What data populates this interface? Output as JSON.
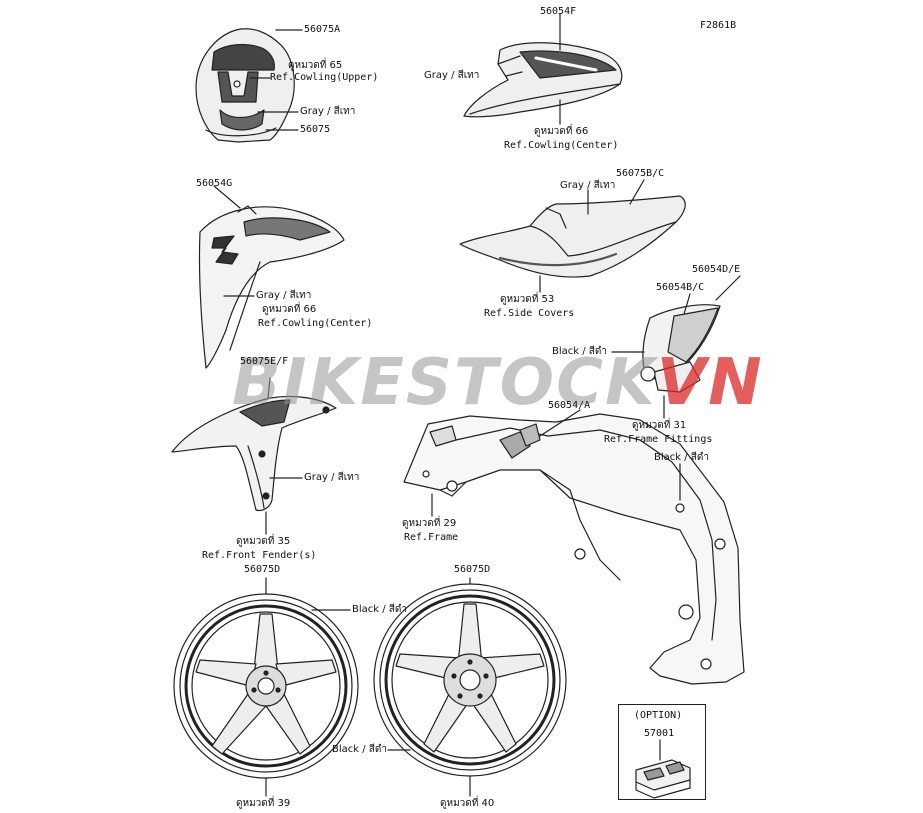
{
  "diagram_code": "F2861B",
  "watermark": {
    "part_a": "BIKESTOCK",
    "part_b": "VN"
  },
  "labels": {
    "p56075A": "56075A",
    "upper_ref_thai": "ดูหมวดที่ 65",
    "upper_ref": "Ref.Cowling(Upper)",
    "upper_gray": "Gray / สีเทา",
    "p56075": "56075",
    "p56054F": "56054F",
    "center_gray": "Gray / สีเทา",
    "center_ref_thai": "ดูหมวดที่ 66",
    "center_ref": "Ref.Cowling(Center)",
    "p56054G": "56054G",
    "left_gray": "Gray / สีเทา",
    "left_ref_thai": "ดูหมวดที่ 66",
    "left_ref": "Ref.Cowling(Center)",
    "side_gray": "Gray / สีเทา",
    "p56075BC": "56075B/C",
    "side_ref_thai": "ดูหมวดที่ 53",
    "side_ref": "Ref.Side Covers",
    "p56054DE": "56054D/E",
    "p56054BC": "56054B/C",
    "fitting_black": "Black / สีดำ",
    "fitting_ref_thai": "ดูหมวดที่ 31",
    "fitting_ref": "Ref.Frame Fittings",
    "p56075EF": "56075E/F",
    "fender_gray": "Gray / สีเทา",
    "fender_ref_thai": "ดูหมวดที่ 35",
    "fender_ref": "Ref.Front Fender(s)",
    "p56054A": "56054/A",
    "frame_black": "Black / สีดำ",
    "frame_ref_thai": "ดูหมวดที่ 29",
    "frame_ref": "Ref.Frame",
    "p56075D_1": "56075D",
    "p56075D_2": "56075D",
    "wheel_black_1": "Black / สีดำ",
    "wheel_black_2": "Black / สีดำ",
    "wheel1_ref_thai": "ดูหมวดที่ 39",
    "wheel2_ref_thai": "ดูหมวดที่ 40",
    "option": "(OPTION)",
    "p57001": "57001"
  },
  "icons": [
    "upper-cowling-icon",
    "center-cowling-icon",
    "side-cowling-icon",
    "side-cover-icon",
    "frame-fitting-icon",
    "front-fender-icon",
    "frame-icon",
    "front-wheel-icon",
    "rear-wheel-icon",
    "option-part-icon"
  ]
}
